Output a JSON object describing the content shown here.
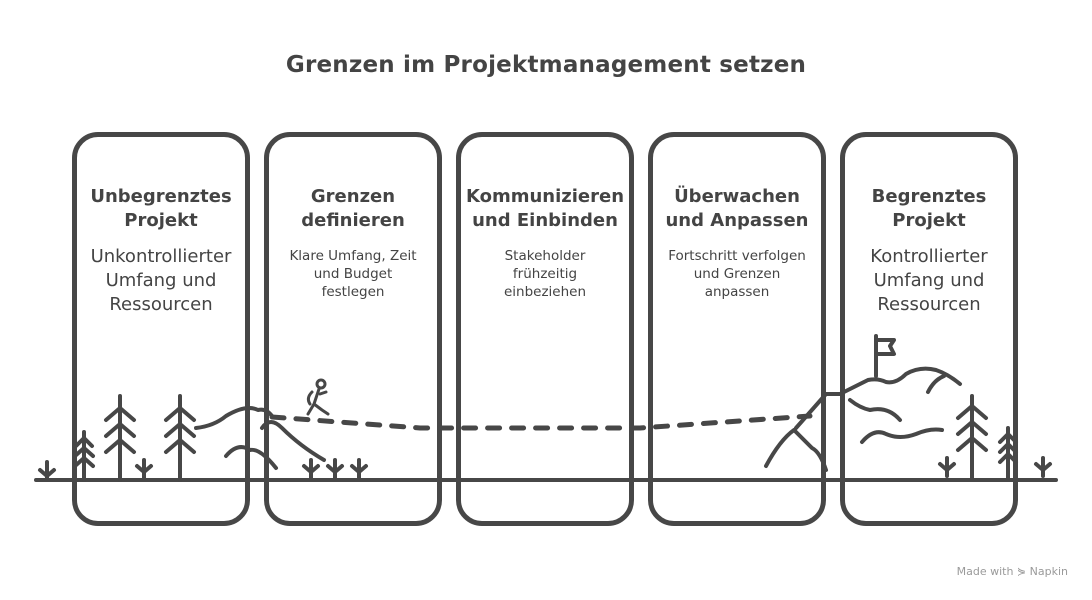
{
  "title": "Grenzen im Projektmanagement setzen",
  "cards": [
    {
      "heading_line1": "Unbegrenztes",
      "heading_line2": "Projekt",
      "body": [
        "Unkontrollierter",
        "Umfang und",
        "Ressourcen"
      ],
      "color": "#ffd9d9"
    },
    {
      "heading_line1": "Grenzen",
      "heading_line2": "definieren",
      "body": [
        "Klare Umfang, Zeit",
        "und Budget",
        "festlegen"
      ],
      "color": "#ffeee0"
    },
    {
      "heading_line1": "Kommunizieren",
      "heading_line2": "und Einbinden",
      "body": [
        "Stakeholder",
        "frühzeitig",
        "einbeziehen"
      ],
      "color": "#fff6bd"
    },
    {
      "heading_line1": "Überwachen",
      "heading_line2": "und Anpassen",
      "body": [
        "Fortschritt verfolgen",
        "und Grenzen",
        "anpassen"
      ],
      "color": "#c9fbe1"
    },
    {
      "heading_line1": "Begrenztes",
      "heading_line2": "Projekt",
      "body": [
        "Kontrollierter",
        "Umfang und",
        "Ressourcen"
      ],
      "color": "#dbe7fd"
    }
  ],
  "illustration": {
    "left_scene": "trees-hills-hiker",
    "right_scene": "mountain-flag-trees",
    "path_style": "dashed"
  },
  "credit": "Made with ⋟ Napkin",
  "colors": {
    "stroke": "#474747",
    "text": "#444444"
  }
}
